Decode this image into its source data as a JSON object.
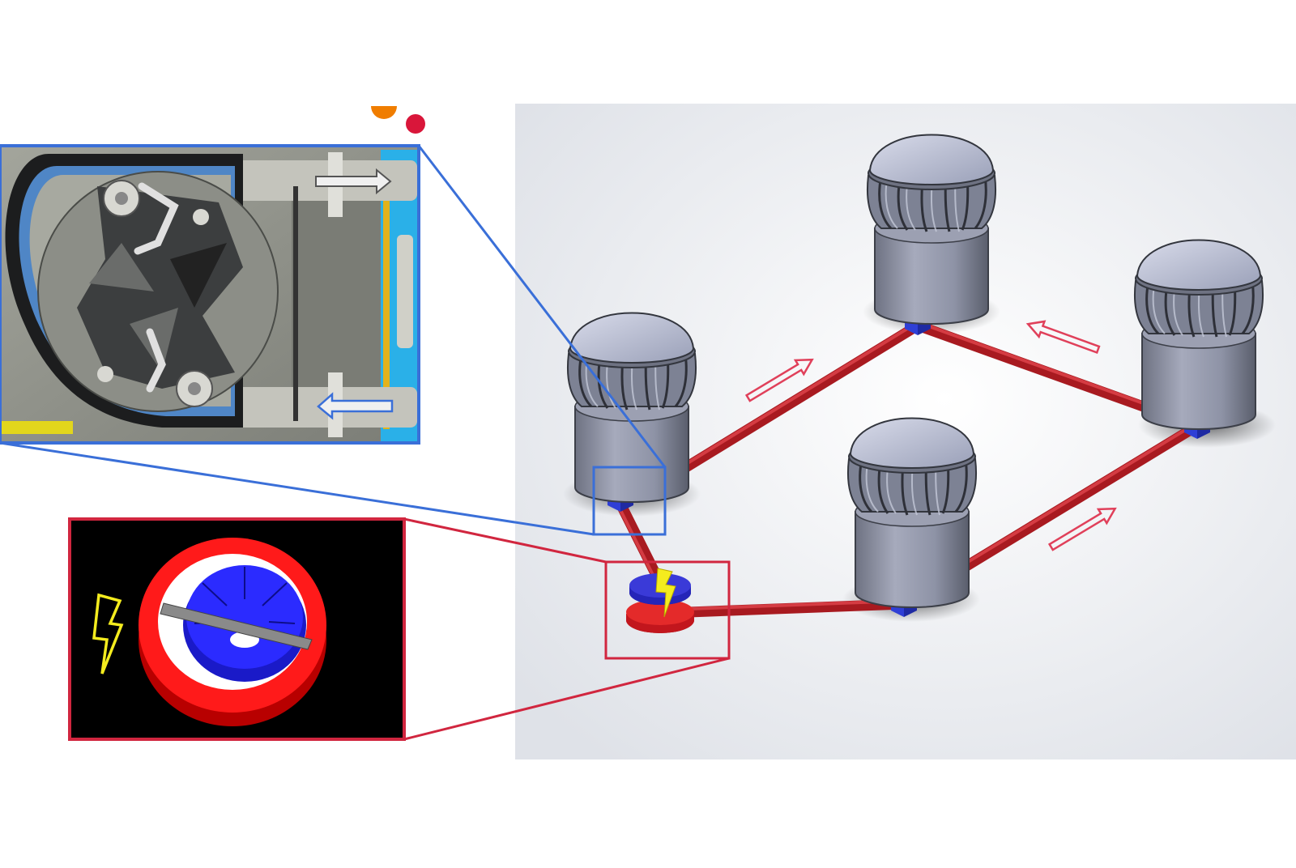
{
  "figure": {
    "kind": "schematic",
    "colors": {
      "background": "#ffffff",
      "scene_bg": "#eceef2",
      "pipe": "#c21f26",
      "pipe_light": "#e0454c",
      "turbine_body": "#8e93a6",
      "turbine_top": "#c9ccde",
      "turbine_dark": "#5c6070",
      "connector": "#2f3fd6",
      "callout_blue": "#3a6fd8",
      "callout_red": "#d1263f",
      "flow_arrow": "#e0405a",
      "lightning": "#f4ec1e",
      "pump_gray": "#8c8e87",
      "pump_dark": "#3c3e3f",
      "tube_blue": "#4f86c6",
      "generator_red": "#ee1111",
      "generator_blue": "#2b2bd8",
      "dot_orange": "#f07d00",
      "dot_red": "#d9163a"
    },
    "turbines": [
      "turbine",
      "turbine",
      "turbine",
      "turbine"
    ],
    "flow_arrows": [
      "flow-arrow",
      "flow-arrow",
      "flow-arrow",
      "flow-arrow"
    ],
    "icons": {
      "lightning": "lightning-icon",
      "pump": "peristaltic-pump-icon",
      "generator": "generator-icon"
    }
  }
}
